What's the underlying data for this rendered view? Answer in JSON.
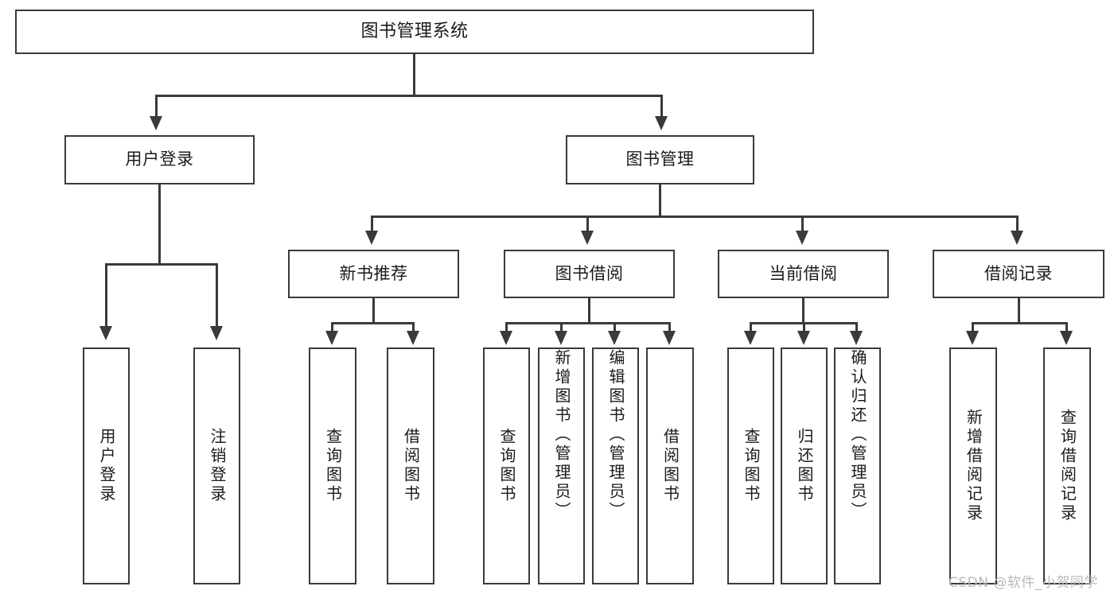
{
  "diagram": {
    "type": "tree-hierarchy-chart",
    "root": {
      "label": "图书管理系统"
    },
    "level2": [
      {
        "label": "用户登录"
      },
      {
        "label": "图书管理"
      }
    ],
    "level3": [
      {
        "label": "新书推荐",
        "parent": "图书管理"
      },
      {
        "label": "图书借阅",
        "parent": "图书管理"
      },
      {
        "label": "当前借阅",
        "parent": "图书管理"
      },
      {
        "label": "借阅记录",
        "parent": "图书管理"
      }
    ],
    "leaves": {
      "user_login": [
        {
          "label": "用户登录"
        },
        {
          "label": "注销登录"
        }
      ],
      "new_book_recommend": [
        {
          "label": "查询图书"
        },
        {
          "label": "借阅图书"
        }
      ],
      "book_borrow": [
        {
          "label": "查询图书"
        },
        {
          "label": "新增图书（管理员）"
        },
        {
          "label": "编辑图书（管理员）"
        },
        {
          "label": "借阅图书"
        }
      ],
      "current_borrow": [
        {
          "label": "查询图书"
        },
        {
          "label": "归还图书"
        },
        {
          "label": "确认归还（管理员）"
        }
      ],
      "borrow_record": [
        {
          "label": "新增借阅记录"
        },
        {
          "label": "查询借阅记录"
        }
      ]
    }
  },
  "watermark": {
    "text": "CSDN @软件_小贺同学"
  },
  "colors": {
    "stroke": "#3a3a3a",
    "background": "#ffffff",
    "text": "#1b1b1b",
    "watermark": "#b9b9b9"
  }
}
